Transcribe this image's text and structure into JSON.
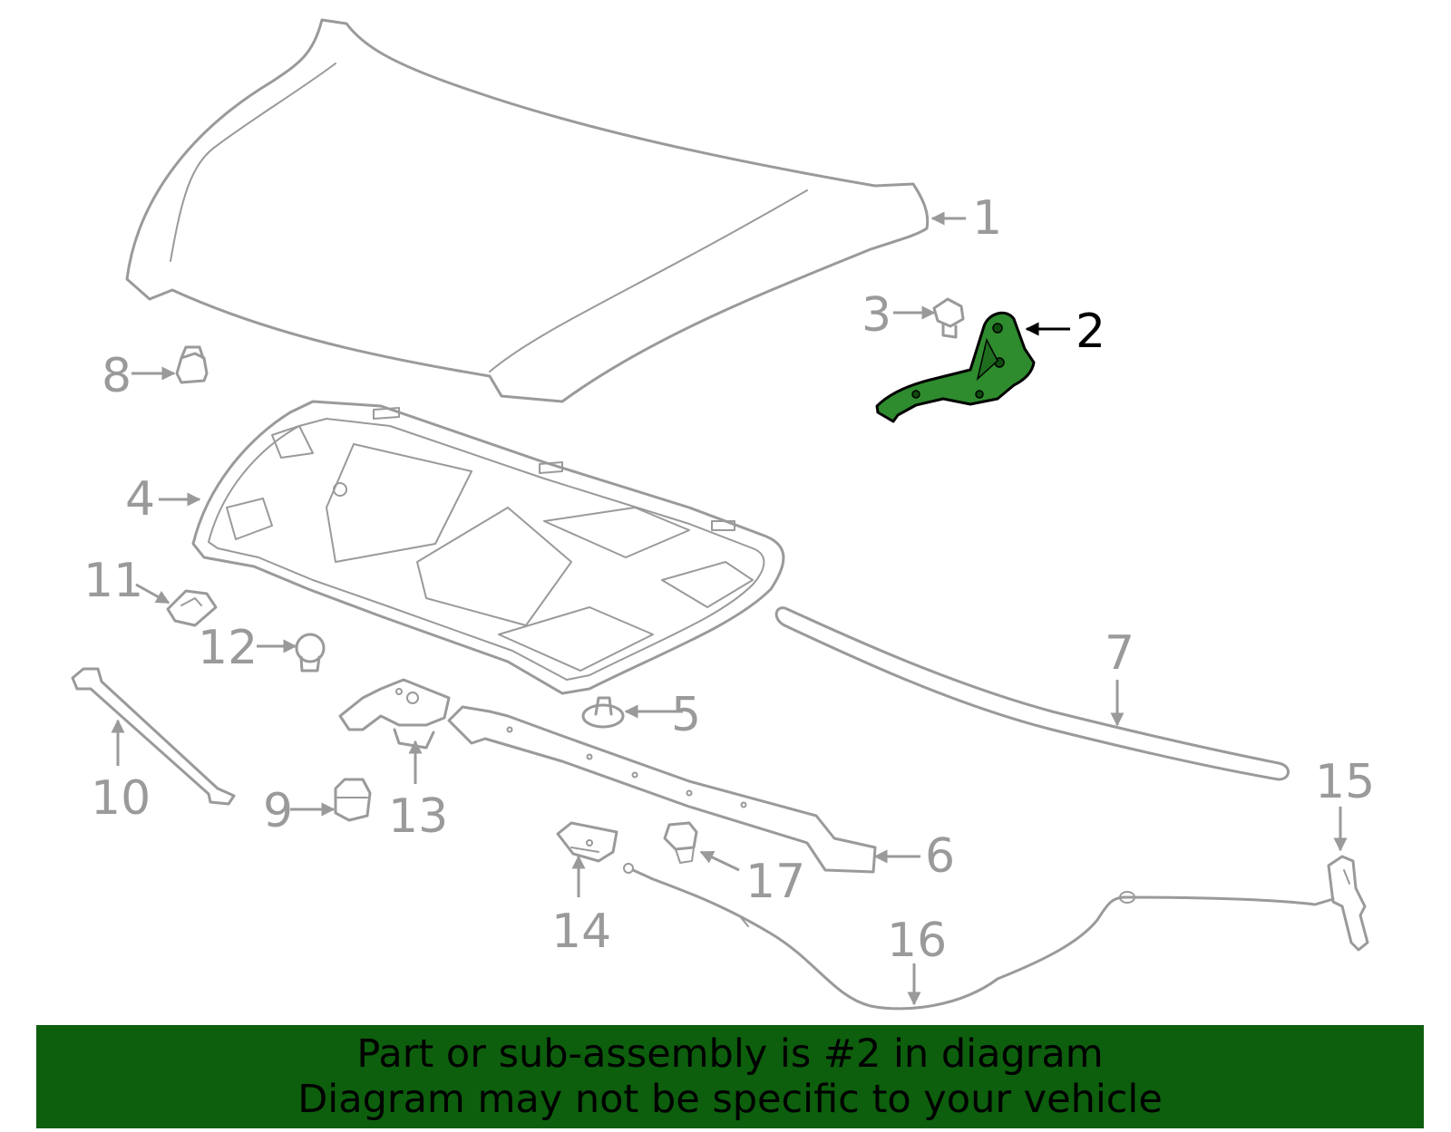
{
  "highlight_color": "#0d5e0d",
  "part_color": "#9a9a9a",
  "callouts": {
    "c1": "1",
    "c2": "2",
    "c3": "3",
    "c4": "4",
    "c5": "5",
    "c6": "6",
    "c7": "7",
    "c8": "8",
    "c9": "9",
    "c10": "10",
    "c11": "11",
    "c12": "12",
    "c13": "13",
    "c14": "14",
    "c15": "15",
    "c16": "16",
    "c17": "17"
  },
  "highlighted_part": "2",
  "footer": {
    "line1": "Part or sub-assembly is #2 in diagram",
    "line2": "Diagram may not be specific to your vehicle"
  }
}
